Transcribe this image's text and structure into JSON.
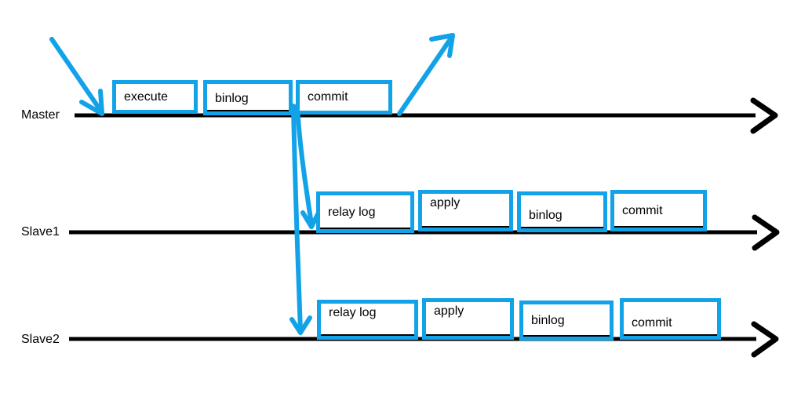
{
  "diagram": {
    "colors": {
      "accent": "#12a2e8",
      "timeline": "#000000",
      "background": "#ffffff",
      "box_fill": "#ffffff",
      "text": "#000000"
    },
    "rows": [
      {
        "label": "Master",
        "boxes": [
          "execute",
          "binlog",
          "commit"
        ]
      },
      {
        "label": "Slave1",
        "boxes": [
          "relay log",
          "apply",
          "binlog",
          "commit"
        ]
      },
      {
        "label": "Slave2",
        "boxes": [
          "relay log",
          "apply",
          "binlog",
          "commit"
        ]
      }
    ]
  }
}
